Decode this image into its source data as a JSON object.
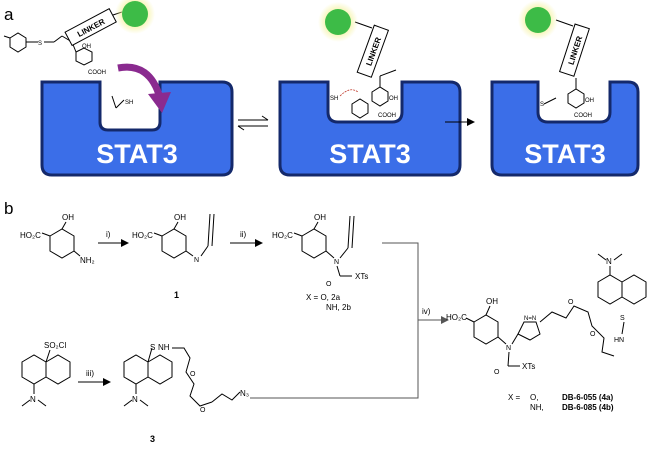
{
  "panel_a": {
    "label": "a",
    "protein_label": "STAT3",
    "linker_label": "LINKER",
    "sh_label": "SH",
    "cooh_label": "COOH",
    "oh_label": "OH",
    "fluorophore_color": "#3dbb47",
    "glow_color": "#f4f19a",
    "protein_color": "#3b6ee8",
    "arrow_color": "#8a2a8f",
    "equilibrium_symbol": "⇌"
  },
  "panel_b": {
    "label": "b",
    "step_i": "i)",
    "step_ii": "ii)",
    "step_iii": "iii)",
    "step_iv": "iv)",
    "start_oh": "OH",
    "start_cooh": "HO₂C",
    "start_nh2": "NH₂",
    "c1_cooh": "HO₂C",
    "c1_oh": "OH",
    "c1_nh": "N",
    "c1_label": "1",
    "c2_cooh": "HO₂C",
    "c2_oh": "OH",
    "c2_n": "N",
    "c2_o": "O",
    "c2_xts": "XTs",
    "c2_key_line1": "X = O,   2a",
    "c2_key_line2": "NH, 2b",
    "dansyl_so2cl": "SO₂Cl",
    "dansyl_n": "N",
    "c3_so2nh": "NH",
    "c3_s": "S",
    "c3_o": "O",
    "c3_n3": "N₃",
    "c3_n": "N",
    "c3_label": "3",
    "final_cooh": "HO₂C",
    "final_oh": "OH",
    "final_n": "N",
    "final_o": "O",
    "final_xts": "XTs",
    "final_triazole": "N=N",
    "final_nh": "HN",
    "final_s": "S",
    "final_dimethyl_n": "N",
    "final_key_x": "X =",
    "final_key_o": "O,",
    "final_key_nh": "NH,",
    "final_key_4a": "DB-6-055 (4a)",
    "final_key_4b": "DB-6-085 (4b)"
  }
}
